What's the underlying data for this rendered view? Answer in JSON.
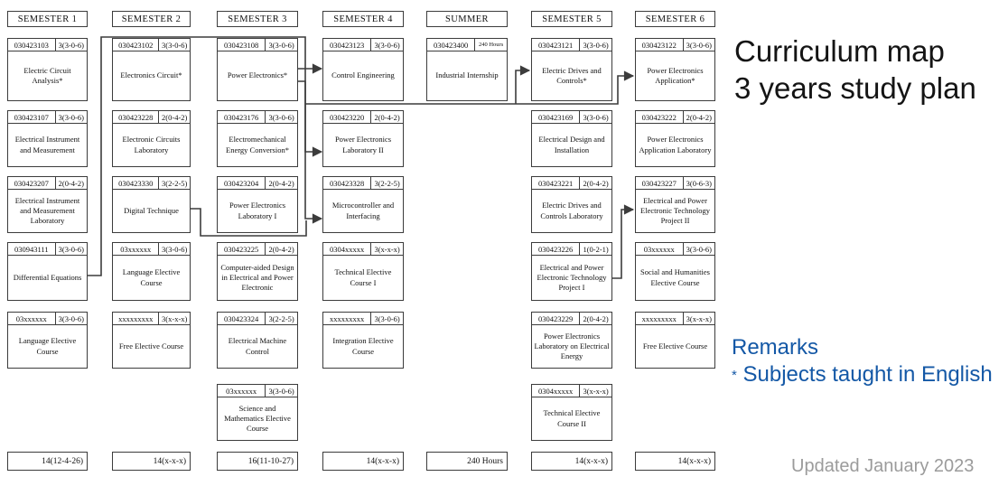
{
  "title": {
    "line1": "Curriculum map",
    "line2": "3 years study plan"
  },
  "remarks": {
    "heading": "Remarks",
    "note_marker": "*",
    "note_text": "Subjects taught in English"
  },
  "footer": {
    "updated": "Updated January 2023"
  },
  "colors": {
    "remarks_blue": "#1458A6",
    "footer_gray": "#9B9B9B",
    "line_dark": "#3C3C3C",
    "background": "#FFFFFF"
  },
  "columns": [
    {
      "header": "SEMESTER 1",
      "total": "14(12-4-26)",
      "courses": [
        {
          "row": 0,
          "code": "030423103",
          "credits": "3(3-0-6)",
          "name": "Electric Circuit Analysis*"
        },
        {
          "row": 1,
          "code": "030423107",
          "credits": "3(3-0-6)",
          "name": "Electrical Instrument and Measurement"
        },
        {
          "row": 2,
          "code": "030423207",
          "credits": "2(0-4-2)",
          "name": "Electrical Instrument and Measurement Laboratory"
        },
        {
          "row": 3,
          "code": "030943111",
          "credits": "3(3-0-6)",
          "name": "Differential Equations"
        },
        {
          "row": 4,
          "code": "03xxxxxx",
          "credits": "3(3-0-6)",
          "name": "Language Elective Course"
        }
      ]
    },
    {
      "header": "SEMESTER 2",
      "total": "14(x-x-x)",
      "courses": [
        {
          "row": 0,
          "code": "030423102",
          "credits": "3(3-0-6)",
          "name": "Electronics Circuit*"
        },
        {
          "row": 1,
          "code": "030423228",
          "credits": "2(0-4-2)",
          "name": "Electronic Circuits Laboratory"
        },
        {
          "row": 2,
          "code": "030423330",
          "credits": "3(2-2-5)",
          "name": "Digital Technique"
        },
        {
          "row": 3,
          "code": "03xxxxxx",
          "credits": "3(3-0-6)",
          "name": "Language Elective Course"
        },
        {
          "row": 4,
          "code": "xxxxxxxxx",
          "credits": "3(x-x-x)",
          "name": "Free Elective Course"
        }
      ]
    },
    {
      "header": "SEMESTER 3",
      "total": "16(11-10-27)",
      "courses": [
        {
          "row": 0,
          "code": "030423108",
          "credits": "3(3-0-6)",
          "name": "Power Electronics*"
        },
        {
          "row": 1,
          "code": "030423176",
          "credits": "3(3-0-6)",
          "name": "Electromechanical Energy Conversion*"
        },
        {
          "row": 2,
          "code": "030423204",
          "credits": "2(0-4-2)",
          "name": "Power Electronics Laboratory I"
        },
        {
          "row": 3,
          "code": "030423225",
          "credits": "2(0-4-2)",
          "name": "Computer-aided Design in Electrical and Power Electronic"
        },
        {
          "row": 4,
          "code": "030423324",
          "credits": "3(2-2-5)",
          "name": "Electrical Machine Control"
        },
        {
          "row": 5,
          "code": "03xxxxxx",
          "credits": "3(3-0-6)",
          "name": "Science and Mathematics Elective Course"
        }
      ]
    },
    {
      "header": "SEMESTER 4",
      "total": "14(x-x-x)",
      "courses": [
        {
          "row": 0,
          "code": "030423123",
          "credits": "3(3-0-6)",
          "name": "Control Engineering"
        },
        {
          "row": 1,
          "code": "030423220",
          "credits": "2(0-4-2)",
          "name": "Power Electronics Laboratory II"
        },
        {
          "row": 2,
          "code": "030423328",
          "credits": "3(2-2-5)",
          "name": "Microcontroller and Interfacing"
        },
        {
          "row": 3,
          "code": "0304xxxxx",
          "credits": "3(x-x-x)",
          "name": "Technical Elective Course I"
        },
        {
          "row": 4,
          "code": "xxxxxxxxx",
          "credits": "3(3-0-6)",
          "name": "Integration Elective Course"
        }
      ]
    },
    {
      "header": "SUMMER",
      "total": "240 Hours",
      "courses": [
        {
          "row": 0,
          "code": "030423400",
          "credits": "240 Hours",
          "name": "Industrial Internship"
        }
      ]
    },
    {
      "header": "SEMESTER 5",
      "total": "14(x-x-x)",
      "courses": [
        {
          "row": 0,
          "code": "030423121",
          "credits": "3(3-0-6)",
          "name": "Electric Drives and Controls*"
        },
        {
          "row": 1,
          "code": "030423169",
          "credits": "3(3-0-6)",
          "name": "Electrical Design and Installation"
        },
        {
          "row": 2,
          "code": "030423221",
          "credits": "2(0-4-2)",
          "name": "Electric Drives and Controls Laboratory"
        },
        {
          "row": 3,
          "code": "030423226",
          "credits": "1(0-2-1)",
          "name": "Electrical and Power Electronic Technology Project I"
        },
        {
          "row": 4,
          "code": "030423229",
          "credits": "2(0-4-2)",
          "name": "Power Electronics Laboratory on Electrical Energy"
        },
        {
          "row": 5,
          "code": "0304xxxxx",
          "credits": "3(x-x-x)",
          "name": "Technical Elective Course II"
        }
      ]
    },
    {
      "header": "SEMESTER 6",
      "total": "14(x-x-x)",
      "courses": [
        {
          "row": 0,
          "code": "030423122",
          "credits": "3(3-0-6)",
          "name": "Power Electronics Application*"
        },
        {
          "row": 1,
          "code": "030423222",
          "credits": "2(0-4-2)",
          "name": "Power Electronics Application Laboratory"
        },
        {
          "row": 2,
          "code": "030423227",
          "credits": "3(0-6-3)",
          "name": "Electrical and Power Electronic Technology Project II"
        },
        {
          "row": 3,
          "code": "03xxxxxx",
          "credits": "3(3-0-6)",
          "name": "Social and Humanities Elective Course"
        },
        {
          "row": 4,
          "code": "xxxxxxxxx",
          "credits": "3(x-x-x)",
          "name": "Free Elective Course"
        }
      ]
    }
  ],
  "connections": [
    {
      "from": "Power Electronics*",
      "to": "Control Engineering"
    },
    {
      "from": "Power Electronics*",
      "to": "Power Electronics Laboratory II"
    },
    {
      "from": "Differential Equations",
      "to": "Microcontroller and Interfacing"
    },
    {
      "from": "Digital Technique",
      "to": "Microcontroller and Interfacing"
    },
    {
      "from": "Differential Equations",
      "to": "Power Electronics Application*"
    },
    {
      "from": "Differential Equations",
      "to": "Electric Drives and Controls*"
    },
    {
      "from": "Electrical and Power Electronic Technology Project I",
      "to": "Electrical and Power Electronic Technology Project II"
    }
  ]
}
